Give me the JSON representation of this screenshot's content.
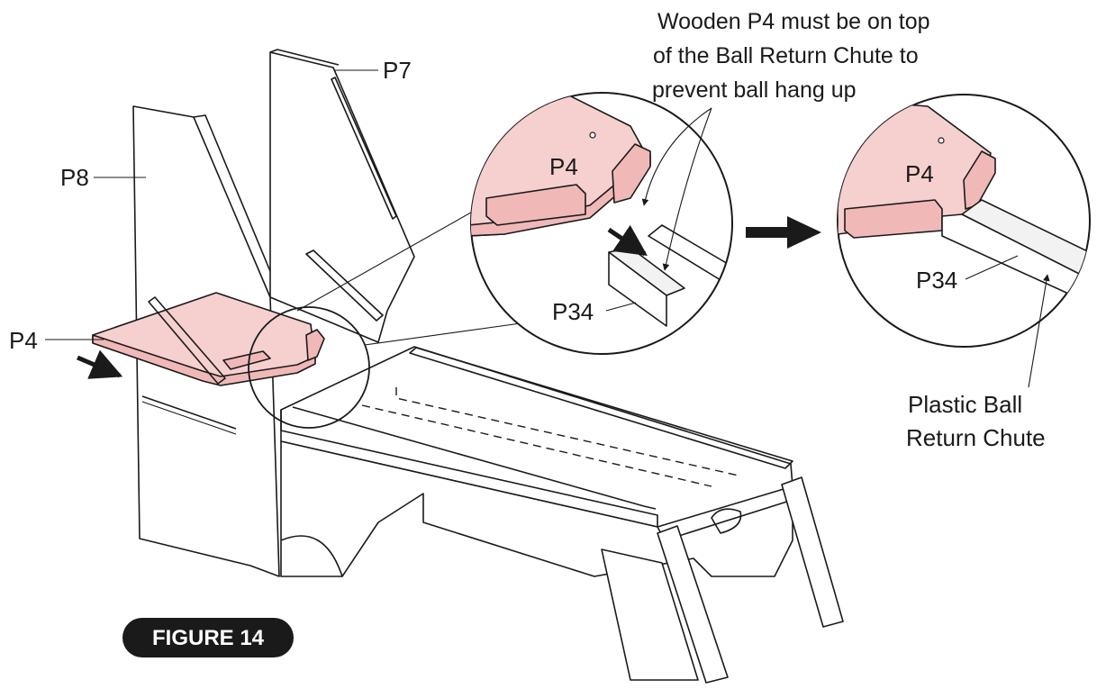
{
  "figure": {
    "badge": "FIGURE 14",
    "note_lines": [
      "Wooden P4 must be on top",
      "of the Ball Return Chute to",
      "prevent ball hang up"
    ],
    "labels": {
      "p7": "P7",
      "p8": "P8",
      "p4_main": "P4",
      "p4_zoom": "P4",
      "p34_zoom": "P34",
      "p4_result": "P4",
      "p34_result": "P34",
      "chute_line1": "Plastic Ball",
      "chute_line2": "Return Chute"
    },
    "colors": {
      "highlight": "#f6cfcf",
      "ink": "#1a1a1a",
      "badge": "#1a1a1a"
    },
    "icons": [
      "arrow-right-icon",
      "insert-arrow-icon"
    ]
  }
}
